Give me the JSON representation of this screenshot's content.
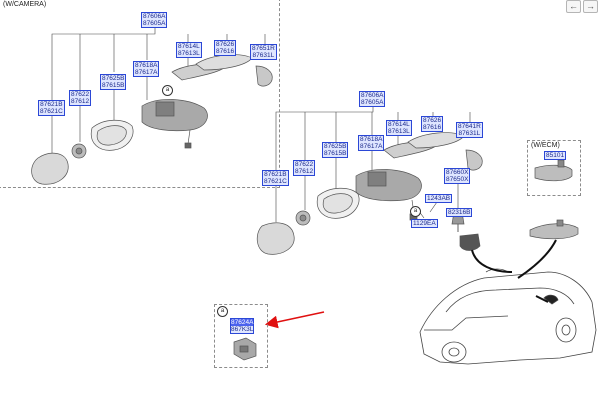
{
  "panels": {
    "camera": "(W/CAMERA)",
    "ecm": "(W/ECM)"
  },
  "callout_a": "a",
  "nav": {
    "back": "←",
    "forward": "→"
  },
  "camera_group": {
    "top": [
      "87606A",
      "87605A"
    ],
    "glass": [
      "87621B",
      "87621C"
    ],
    "actuator": [
      "87622",
      "87612"
    ],
    "cover": [
      "87625B",
      "87615B"
    ],
    "frame": [
      "87618A",
      "87617A"
    ],
    "lamp": [
      "87614L",
      "87613L"
    ],
    "scalp": [
      "87626",
      "87616"
    ],
    "cap": [
      "87651R",
      "87631L"
    ]
  },
  "main_group": {
    "top": [
      "87606A",
      "87605A"
    ],
    "glass": [
      "87621B",
      "87621C"
    ],
    "actuator": [
      "87622",
      "87612"
    ],
    "cover": [
      "87625B",
      "87615B"
    ],
    "frame": [
      "87618A",
      "87617A"
    ],
    "lamp": [
      "87614L",
      "87613L"
    ],
    "scalp": [
      "87626",
      "87616"
    ],
    "cap": [
      "87641R",
      "87631L"
    ],
    "inside_mirror": [
      "87660X",
      "87650X"
    ],
    "bolt": "1243AB",
    "cover_part": "82316B",
    "screw": "1129EA"
  },
  "ecm_part": "85101",
  "detail_a": {
    "selected": "87624A",
    "second": "867K3L"
  },
  "colors": {
    "tag_border": "#2b47d6",
    "tag_fill": "#dfe6ff",
    "selected_fill": "#4b62ee",
    "arrow": "#e01010"
  }
}
